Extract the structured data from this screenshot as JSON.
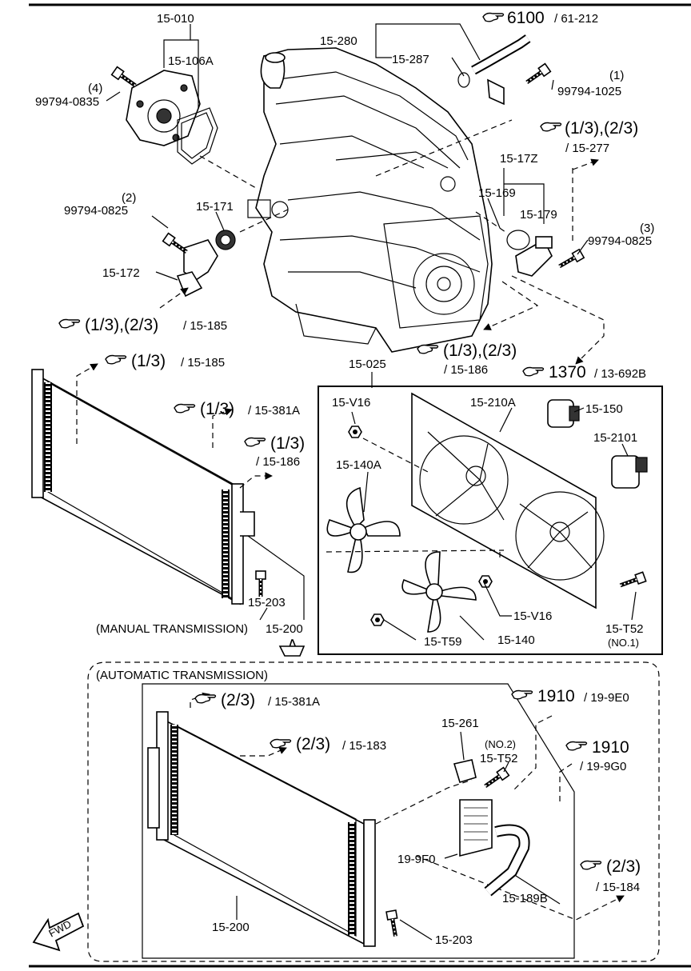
{
  "labels": {
    "p15_010": "15-010",
    "p15_106a": "15-106A",
    "p15_280": "15-280",
    "p15_287": "15-287",
    "ref_6100": "6100",
    "ref_6100_sub": "/ 61-212",
    "n1": "(1)",
    "b99794_1025": "99794-1025",
    "n4": "(4)",
    "b99794_0835": "99794-0835",
    "ref_13_23_a": "(1/3),(2/3)",
    "ref_15_277": "/ 15-277",
    "p15_17z": "15-17Z",
    "p15_169": "15-169",
    "p15_179": "15-179",
    "n2": "(2)",
    "b99794_0825a": "99794-0825",
    "p15_171": "15-171",
    "n3": "(3)",
    "b99794_0825b": "99794-0825",
    "p15_172": "15-172",
    "ref_13_23_b": "(1/3),(2/3)",
    "ref_15_185a": "/ 15-185",
    "ref_13_c": "(1/3)",
    "ref_15_185b": "/ 15-185",
    "ref_13_23_d": "(1/3),(2/3)",
    "ref_15_186a": "/ 15-186",
    "p15_025": "15-025",
    "ref_1370": "1370",
    "ref_13_692b": "/ 13-692B",
    "ref_13_e": "(1/3)",
    "ref_15_381a": "/ 15-381A",
    "ref_13_f": "(1/3)",
    "ref_15_186b": "/ 15-186",
    "p15_v16a": "15-V16",
    "p15_210a": "15-210A",
    "p15_150": "15-150",
    "p15_2101": "15-2101",
    "p15_140a": "15-140A",
    "p15_203a": "15-203",
    "manual_tx": "(MANUAL TRANSMISSION)",
    "p15_200a": "15-200",
    "p15_v16b": "15-V16",
    "p15_t52a": "15-T52",
    "no1": "(NO.1)",
    "p15_t59": "15-T59",
    "p15_140": "15-140",
    "auto_tx": "(AUTOMATIC TRANSMISSION)",
    "ref_23_a": "(2/3)",
    "ref_15_381a_b": "/ 15-381A",
    "ref_1910a": "1910",
    "ref_19_9e0": "/ 19-9E0",
    "ref_23_b": "(2/3)",
    "ref_15_183": "/ 15-183",
    "p15_261": "15-261",
    "no2": "(NO.2)",
    "p15_t52b": "15-T52",
    "ref_1910b": "1910",
    "ref_19_9g0": "/ 19-9G0",
    "p19_9f0": "19-9F0",
    "ref_23_c": "(2/3)",
    "ref_15_184": "/ 15-184",
    "p15_189b": "15-189B",
    "p15_200b": "15-200",
    "p15_203b": "15-203",
    "fwd": "FWD"
  }
}
